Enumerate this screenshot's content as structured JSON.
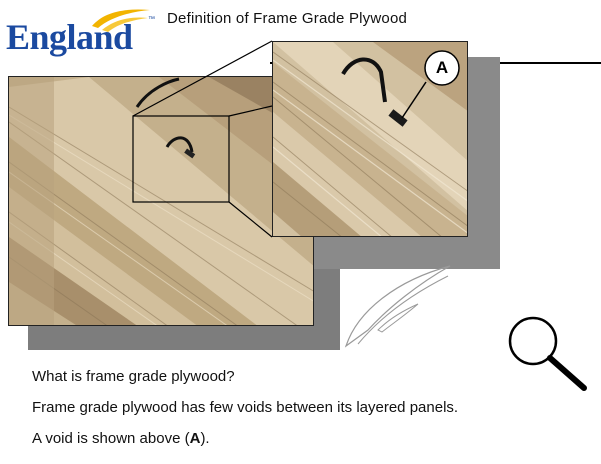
{
  "logo": {
    "brand": "England",
    "trademark": "™"
  },
  "header": {
    "title": "Definition of Frame Grade Plywood"
  },
  "figure": {
    "callout_letter": "A"
  },
  "body": {
    "question": "What is frame grade plywood?",
    "answer": "Frame grade plywood has few voids between its layered panels.",
    "void_prefix": "A void is shown above (",
    "void_letter": "A",
    "void_suffix": ")."
  },
  "colors": {
    "brand_blue": "#1b4aa0",
    "brand_gold": "#f2b400"
  }
}
